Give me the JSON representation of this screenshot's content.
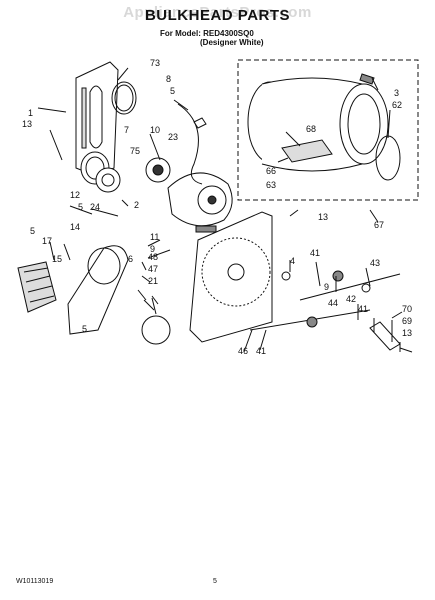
{
  "header": {
    "watermark": "AppliancePartsPros.com",
    "title": "BULKHEAD PARTS",
    "model_line": "For Model: RED4300SQ0",
    "color_line": "(Designer White)"
  },
  "footer": {
    "doc_number": "W10113019",
    "page_number": "5"
  },
  "callouts": [
    "73",
    "8",
    "1",
    "5",
    "13",
    "23",
    "7",
    "10",
    "75",
    "3",
    "62",
    "68",
    "66",
    "63",
    "67",
    "12",
    "5",
    "24",
    "2",
    "13",
    "14",
    "11",
    "9",
    "5",
    "17",
    "15",
    "48",
    "6",
    "47",
    "21",
    "4",
    "41",
    "43",
    "44",
    "42",
    "70",
    "69",
    "13",
    "5",
    "46",
    "41",
    "41",
    "9"
  ]
}
